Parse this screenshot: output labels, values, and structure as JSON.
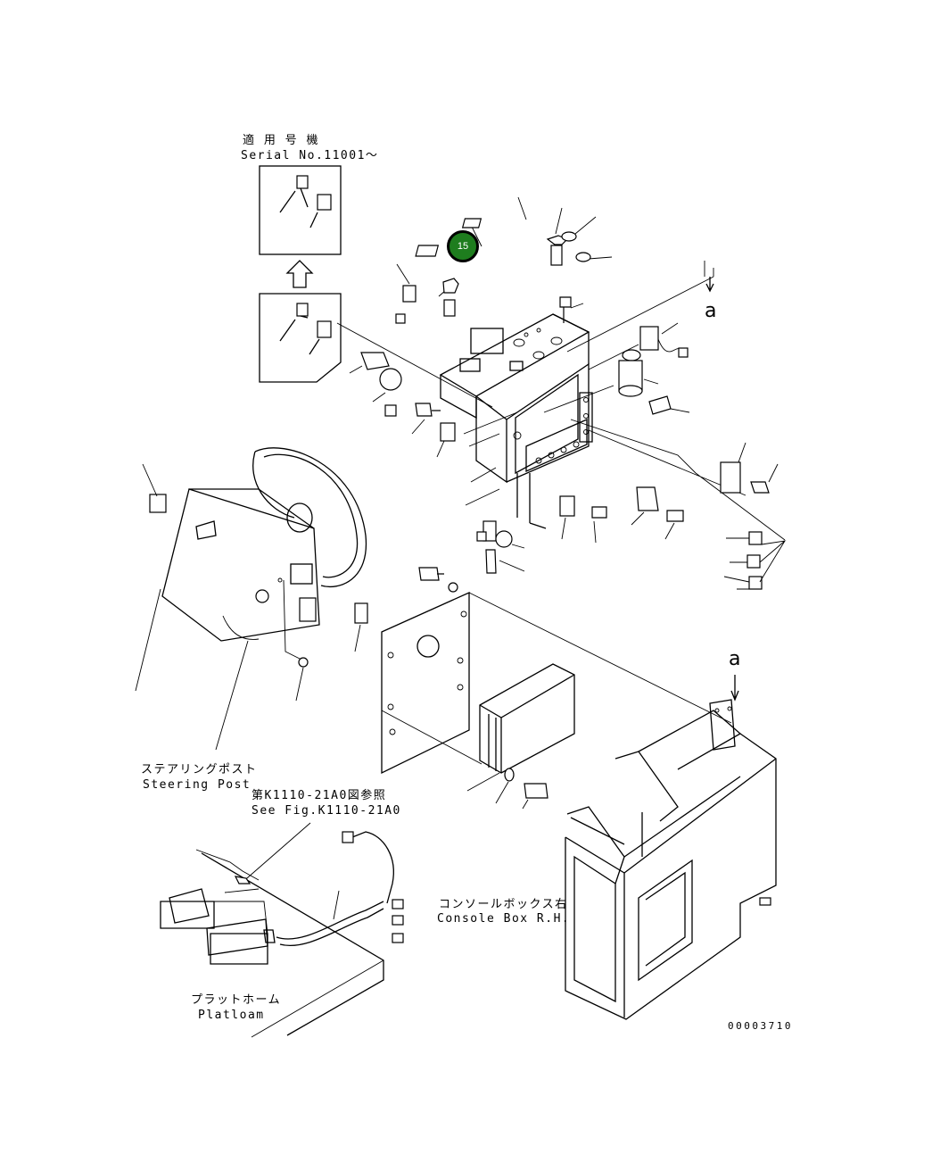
{
  "labels": {
    "serial_jp": "適 用 号 機",
    "serial_en": "Serial No.11001～",
    "steering_jp": "ステアリングポスト",
    "steering_en": "Steering Post",
    "seefig_jp": "第K1110-21A0図参照",
    "seefig_en": "See Fig.K1110-21A0",
    "console_jp": "コンソールボックス右",
    "console_en": "Console Box R.H.",
    "platform_jp": "プラットホーム",
    "platform_en": "Platloam",
    "ref_a_top": "a",
    "ref_a_bottom": "a",
    "drawing_code": "00003710"
  },
  "callout": {
    "number": "15",
    "color": "#1e7d1e"
  }
}
